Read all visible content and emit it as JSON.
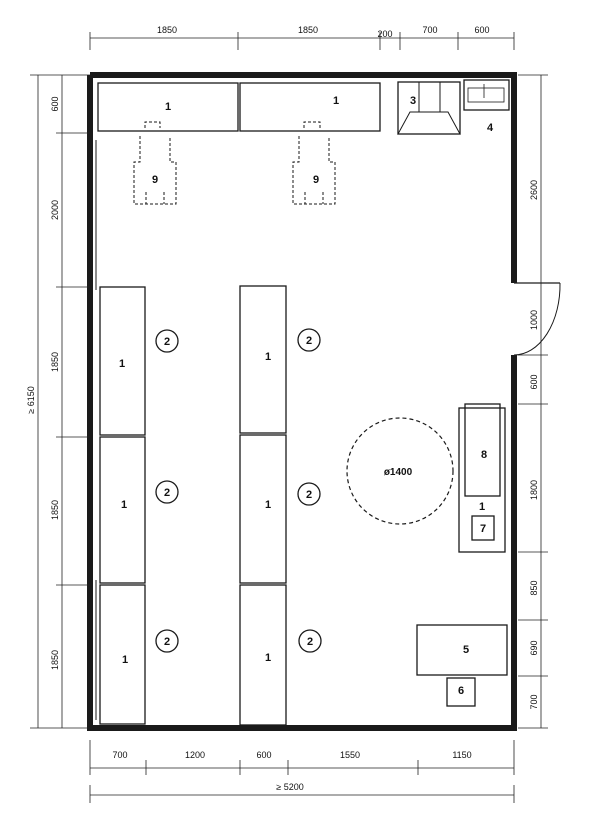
{
  "dimensions": {
    "top": [
      "1850",
      "1850",
      "200",
      "700",
      "600"
    ],
    "bottom": [
      "700",
      "1200",
      "600",
      "1550",
      "1150"
    ],
    "bottom_total": "≥ 5200",
    "left_total": "≥ 6150",
    "left_inner": [
      "600",
      "2000",
      "1850",
      "1850",
      "1850"
    ],
    "right": [
      "2600",
      "1000",
      "600",
      "1800",
      "850",
      "690",
      "700"
    ]
  },
  "labels": {
    "bench": "1",
    "aisle": "2",
    "fume_hood": "3",
    "sink": "4",
    "desk": "5",
    "small_cabinet": "6",
    "cabinet": "7",
    "shelf": "8",
    "station": "9",
    "turning_circle": "ø1400"
  }
}
